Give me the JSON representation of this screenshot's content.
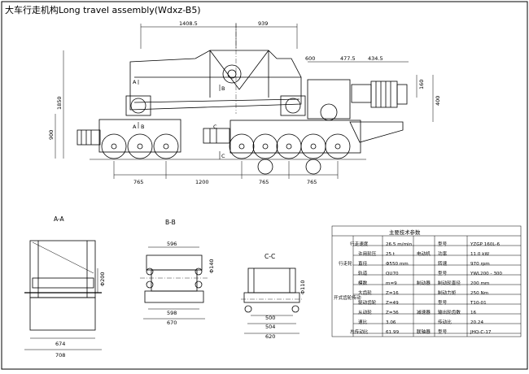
{
  "title": "大车行走机构Long travel assembly(Wdxz-B5)",
  "elevation": {
    "dims": [
      "1408.5",
      "939",
      "600",
      "477.5",
      "434.5",
      "160",
      "400",
      "1850",
      "900",
      "765",
      "1200",
      "765",
      "765"
    ],
    "section_marks": [
      "A",
      "A",
      "B",
      "B",
      "C",
      "C"
    ]
  },
  "views": [
    {
      "label": "A-A",
      "dims": [
        "674",
        "708"
      ],
      "vdims": [
        "Φ200"
      ]
    },
    {
      "label": "B-B",
      "dims": [
        "596",
        "598",
        "670"
      ],
      "vdims": [
        "Φ140"
      ]
    },
    {
      "label": "C-C",
      "dims": [
        "500",
        "504",
        "620"
      ],
      "vdims": [
        "Φ110"
      ]
    }
  ],
  "spec_table": {
    "heading": "主要技术参数",
    "left": [
      {
        "group": "",
        "label": "行走速度",
        "value": "26.5 m/min"
      },
      {
        "group": "行走轮",
        "label": "许用轮压",
        "value": "25 t"
      },
      {
        "group": "",
        "label": "直径",
        "value": "Φ550 mm"
      },
      {
        "group": "",
        "label": "轨道",
        "value": "QU70"
      },
      {
        "group": "开式齿轮传动",
        "label": "模数",
        "value": "m=9"
      },
      {
        "group": "",
        "label": "大齿轮",
        "value": "Z=16"
      },
      {
        "group": "",
        "label": "驱动齿轮",
        "value": "Z=49"
      },
      {
        "group": "",
        "label": "从动轮",
        "value": "Z=36"
      },
      {
        "group": "",
        "label": "速比",
        "value": "3.06"
      },
      {
        "group": "",
        "label": "总传动比",
        "value": "61.99"
      }
    ],
    "right": [
      {
        "group": "电动机",
        "label": "型号",
        "value": "YZGP 160L-6"
      },
      {
        "group": "",
        "label": "功率",
        "value": "11.0 kW"
      },
      {
        "group": "",
        "label": "转速",
        "value": "970 rpm"
      },
      {
        "group": "制动器",
        "label": "型号",
        "value": "YWL200 - 300"
      },
      {
        "group": "",
        "label": "制动轮直径",
        "value": "200 mm"
      },
      {
        "group": "",
        "label": "制动力矩",
        "value": "250 Nm"
      },
      {
        "group": "减速器",
        "label": "型号",
        "value": "T10-01"
      },
      {
        "group": "",
        "label": "输出轮齿数",
        "value": "16"
      },
      {
        "group": "",
        "label": "传动比",
        "value": "20.24"
      },
      {
        "group": "联轴器",
        "label": "型号",
        "value": "JHQ-C-17"
      }
    ]
  }
}
